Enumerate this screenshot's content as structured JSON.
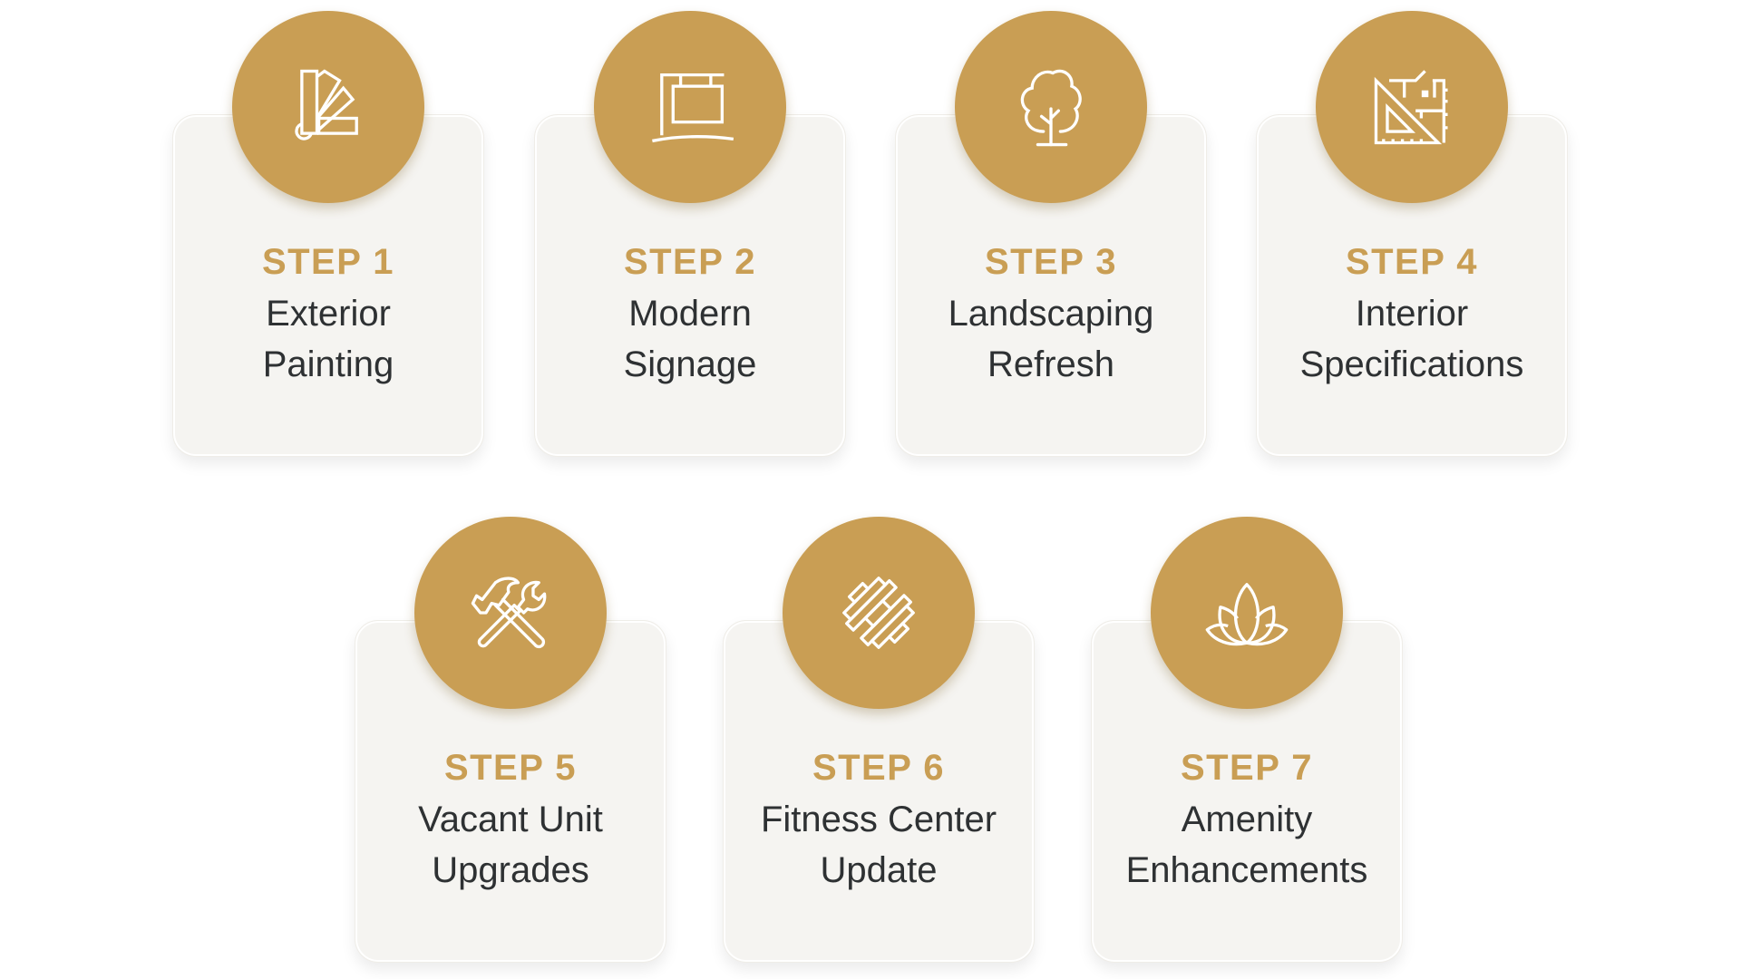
{
  "colors": {
    "accent": "#c99e54",
    "card_background": "#f5f4f1",
    "title_text": "#2e3133",
    "icon_stroke": "#ffffff"
  },
  "steps": [
    {
      "label": "STEP 1",
      "title_line1": "Exterior",
      "title_line2": "Painting",
      "icon": "paint-swatch-fan-icon"
    },
    {
      "label": "STEP 2",
      "title_line1": "Modern",
      "title_line2": "Signage",
      "icon": "hanging-sign-icon"
    },
    {
      "label": "STEP 3",
      "title_line1": "Landscaping",
      "title_line2": "Refresh",
      "icon": "tree-icon"
    },
    {
      "label": "STEP 4",
      "title_line1": "Interior",
      "title_line2": "Specifications",
      "icon": "set-square-floorplan-icon"
    },
    {
      "label": "STEP 5",
      "title_line1": "Vacant Unit",
      "title_line2": "Upgrades",
      "icon": "hammer-wrench-icon"
    },
    {
      "label": "STEP 6",
      "title_line1": "Fitness Center",
      "title_line2": "Update",
      "icon": "dumbbell-icon"
    },
    {
      "label": "STEP 7",
      "title_line1": "Amenity",
      "title_line2": "Enhancements",
      "icon": "lotus-icon"
    }
  ]
}
